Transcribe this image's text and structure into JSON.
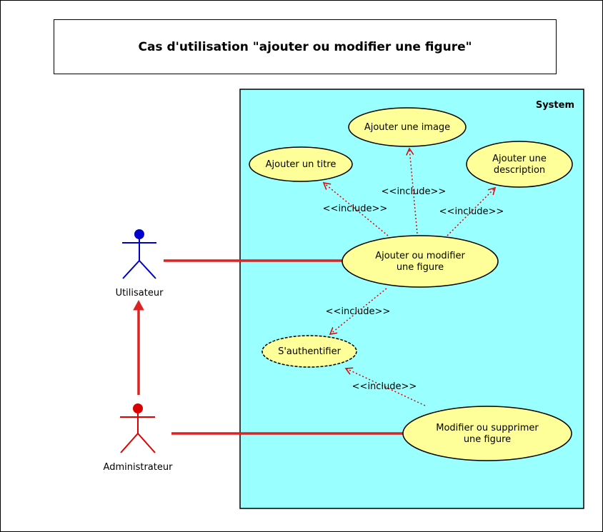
{
  "title": "Cas d'utilisation \"ajouter ou modifier une figure\"",
  "system": {
    "label": "System",
    "fill": "#99ffff"
  },
  "colors": {
    "usecase_fill": "#ffff99",
    "association": "#dd2222",
    "include_arrow": "#dd0000",
    "utilisateur": "#0000cc",
    "administrateur": "#dd0000"
  },
  "actors": {
    "utilisateur": {
      "name": "Utilisateur"
    },
    "administrateur": {
      "name": "Administrateur"
    }
  },
  "usecases": {
    "ajouter_image": {
      "lines": [
        "Ajouter une image"
      ]
    },
    "ajouter_titre": {
      "lines": [
        "Ajouter un titre"
      ]
    },
    "ajouter_description": {
      "lines": [
        "Ajouter une",
        "description"
      ]
    },
    "ajouter_modifier": {
      "lines": [
        "Ajouter ou modifier",
        "une figure"
      ]
    },
    "authentifier": {
      "lines": [
        "S'authentifier"
      ]
    },
    "modifier_supprimer": {
      "lines": [
        "Modifier ou supprimer",
        "une figure"
      ]
    }
  },
  "include_label": "<<include>>"
}
